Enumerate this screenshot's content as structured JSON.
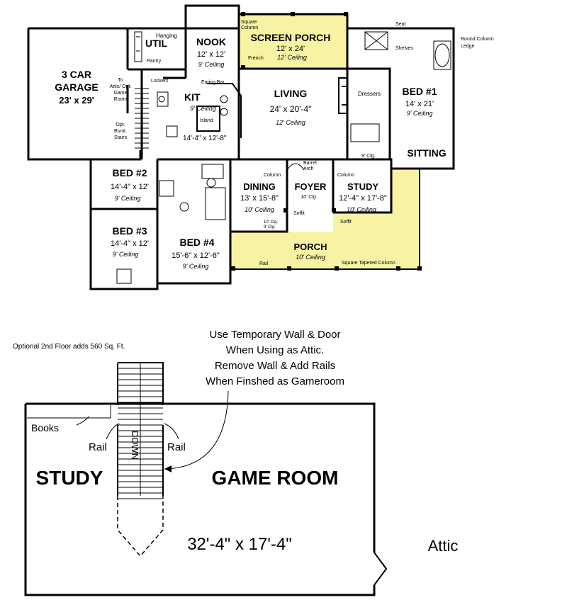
{
  "colors": {
    "porch_fill": "#f7f3a3",
    "line": "#000000",
    "background": "#ffffff"
  },
  "first_floor": {
    "garage": {
      "name": "3 CAR\nGARAGE",
      "name_l1": "3 CAR",
      "name_l2": "GARAGE",
      "dims": "23' x 29'"
    },
    "util": {
      "name": "UTIL",
      "hanging": "Hanging",
      "pantry": "Pantry",
      "attic_note_l1": "To",
      "attic_note_l2": "Attic/ Opt.",
      "attic_note_l3": "Game",
      "attic_note_l4": "Room",
      "lockers": "Lockers",
      "stairs_l1": "Opt.",
      "stairs_l2": "Bsmt.",
      "stairs_l3": "Stairs"
    },
    "nook": {
      "name": "NOOK",
      "dims": "12' x 12'",
      "ceiling": "9' Ceiling"
    },
    "screen_porch": {
      "name": "SCREEN PORCH",
      "dims": "12' x 24'",
      "ceiling": "12' Ceiling",
      "column_l1": "Square",
      "column_l2": "Column",
      "french": "French"
    },
    "kitchen": {
      "name": "KIT",
      "ceiling": "9' Ceiling",
      "island": "Island",
      "eating_bar": "Eating Bar",
      "dims": "14'-4\" x 12'-8\""
    },
    "living": {
      "name": "LIVING",
      "dims": "24' x 20'-4\"",
      "ceiling": "12' Ceiling"
    },
    "bed1": {
      "name": "BED #1",
      "dims": "14' x 21'",
      "ceiling": "9' Ceiling",
      "dressers": "Dressers",
      "sitting": "SITTING",
      "seat": "Seat",
      "round_column": "Round Column",
      "ledge": "Ledge",
      "shelves": "Shelves",
      "clg": "9' Clg."
    },
    "bed2": {
      "name": "BED #2",
      "dims": "14'-4\" x 12'",
      "ceiling": "9' Ceiling"
    },
    "bed3": {
      "name": "BED #3",
      "dims": "14'-4\" x 12'",
      "ceiling": "9' Ceiling"
    },
    "bed4": {
      "name": "BED #4",
      "dims": "15'-6\" x 12'-6\"",
      "ceiling": "9' Ceiling"
    },
    "dining": {
      "name": "DINING",
      "dims": "13' x 15'-8\"",
      "ceiling": "10' Ceiling",
      "column": "Column",
      "clg_l1": "10' Clg.",
      "clg_l2": "9' Clg."
    },
    "foyer": {
      "name": "FOYER",
      "ceiling": "10' Clg.",
      "barrel_l1": "Barrel",
      "barrel_l2": "Arch",
      "soffit": "Soffit"
    },
    "study": {
      "name": "STUDY",
      "dims": "12'-4\" x 17'-8\"",
      "ceiling": "10' Ceiling",
      "column": "Column",
      "soffit": "Soffit"
    },
    "porch": {
      "name": "PORCH",
      "ceiling": "10' Ceiling",
      "rail": "Rail",
      "column_note": "Square Tapered Column"
    }
  },
  "second_floor": {
    "note": "Optional 2nd Floor adds 560 Sq. Ft.",
    "callout_lines": [
      "Use Temporary Wall & Door",
      "When Using as Attic.",
      "Remove Wall & Add Rails",
      "When Finshed as Gameroom"
    ],
    "books": "Books",
    "rail_left": "Rail",
    "rail_right": "Rail",
    "stair_label": "DOWN",
    "study": "STUDY",
    "game_room": "GAME ROOM",
    "dims": "32'-4\" x 17'-4\"",
    "attic": "Attic"
  }
}
